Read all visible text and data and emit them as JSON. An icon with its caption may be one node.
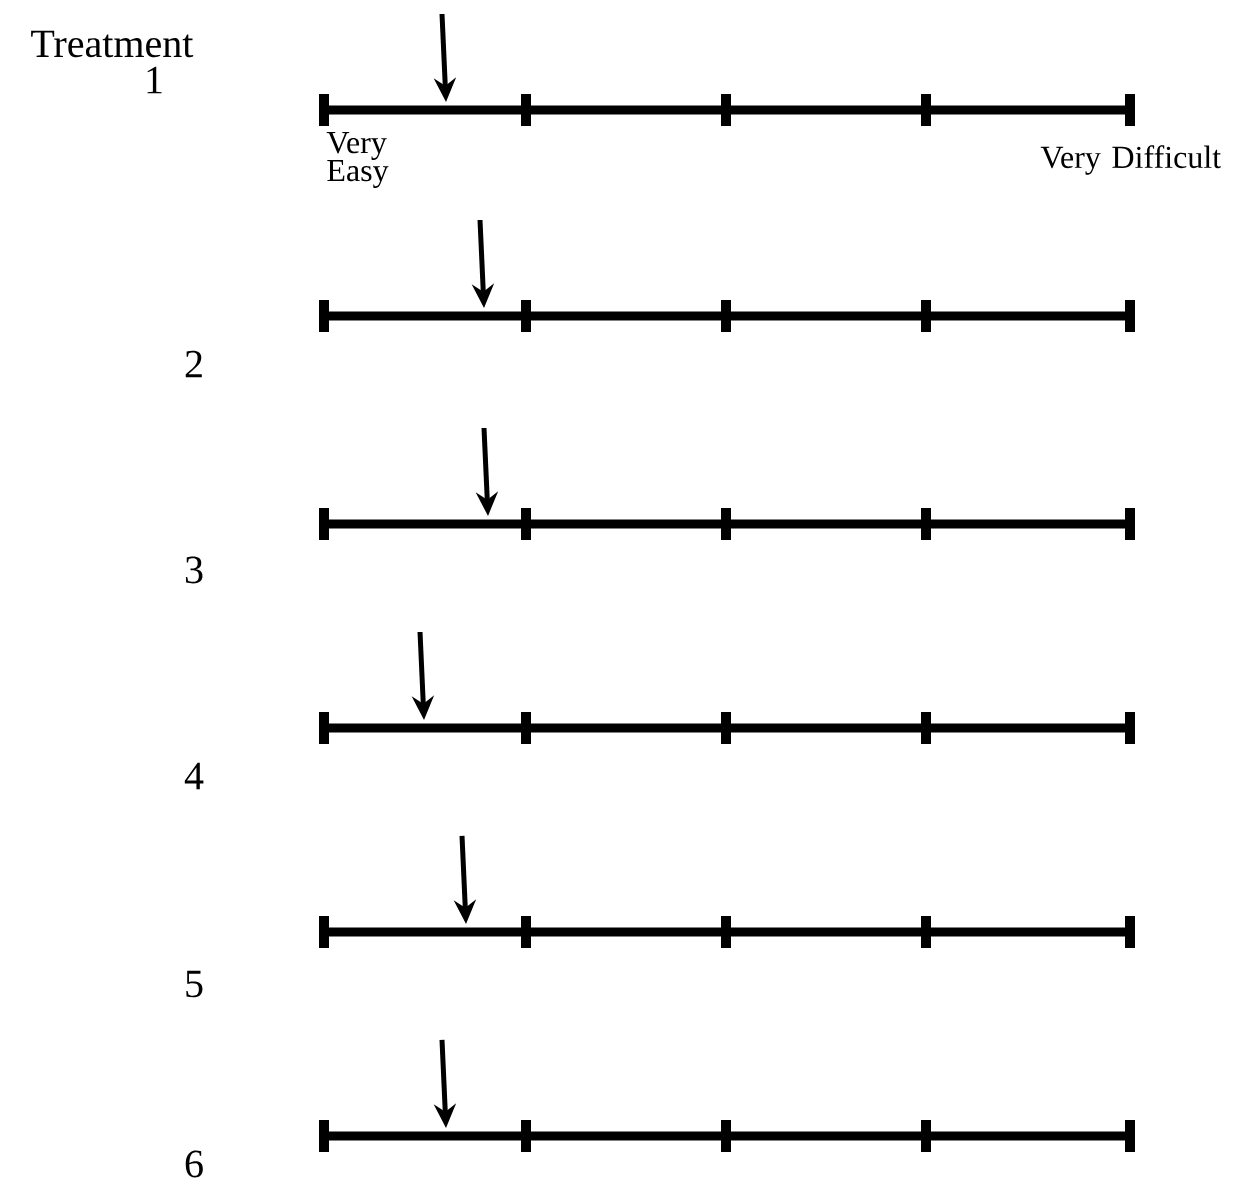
{
  "diagram": {
    "labels": [
      "Treatment",
      "1",
      "Very Easy",
      "Very Difficult",
      "2",
      "3",
      "4",
      "5",
      "6"
    ]
  }
}
